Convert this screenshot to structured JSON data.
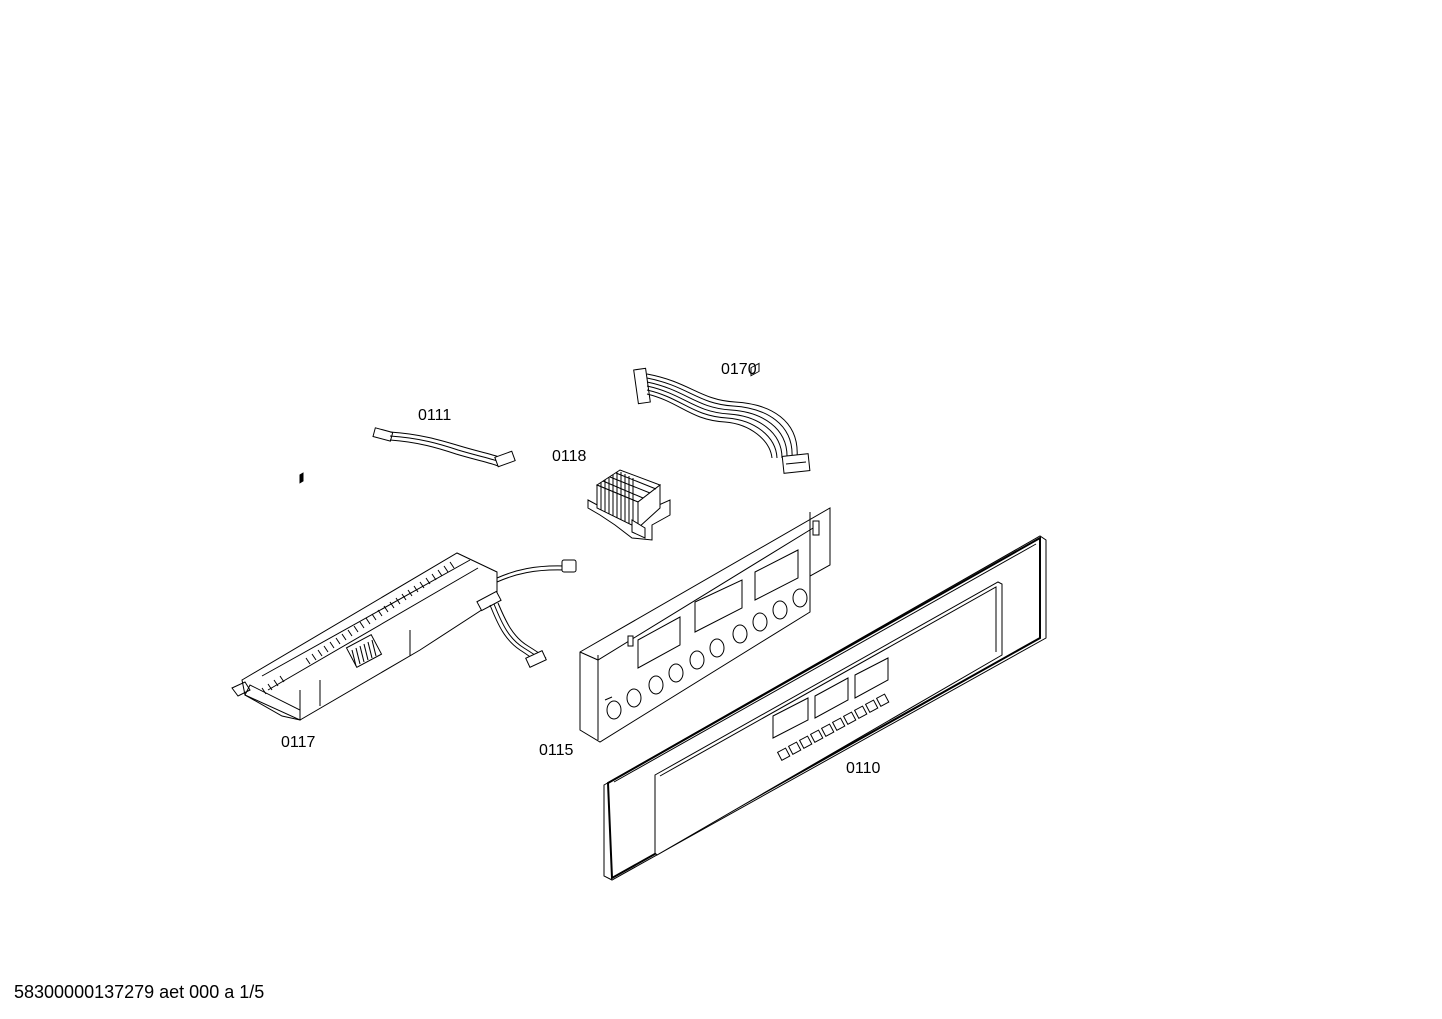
{
  "parts": [
    {
      "id": "p0170",
      "number": "0170"
    },
    {
      "id": "p0111",
      "number": "0111"
    },
    {
      "id": "p0118",
      "number": "0118"
    },
    {
      "id": "p0117",
      "number": "0117"
    },
    {
      "id": "p0115",
      "number": "0115"
    },
    {
      "id": "p0110",
      "number": "0110"
    }
  ],
  "footer": {
    "drawing_code": "58300000137279 aet 000 a 1/5"
  }
}
